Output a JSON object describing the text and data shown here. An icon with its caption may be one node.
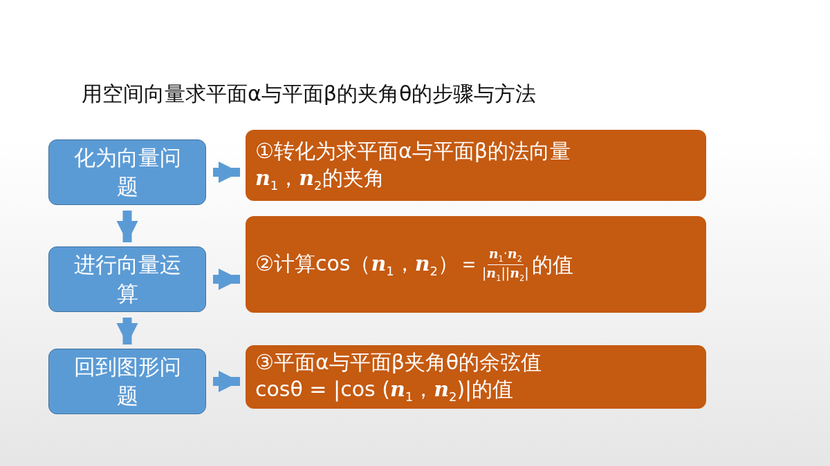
{
  "diagram": {
    "title": "用空间向量求平面α与平面β的夹角θ的步骤与方法",
    "nodes": [
      {
        "text": [
          "化为向量问题"
        ]
      },
      {
        "text": [
          "①转化为求平面α与平面β的法向量",
          "**n**$_{1}$，**n**$_{2}$的夹角"
        ]
      },
      {
        "text": [
          "进行向量运算"
        ]
      },
      {
        "text": [
          "②计算cos（**n**$_{1}$，**n**$_{2}$）＝",
          "**n**$_{1}$·**n**$_{2}$",
          "|**n**$_{1}$||**n**$_{2}$|",
          "的值"
        ]
      },
      {
        "text": [
          "回到图形问题"
        ]
      },
      {
        "text": [
          "③平面α与平面β夹角θ的余弦值",
          "cosθ = |cos (**n**$_{1}$，**n**$_{2}$)|的值"
        ]
      }
    ],
    "edges": [
      {
        "from": 0,
        "to": 1,
        "arrow": "to"
      },
      {
        "from": 0,
        "to": 2,
        "arrow": "to"
      },
      {
        "from": 2,
        "to": 3,
        "arrow": "to"
      },
      {
        "from": 2,
        "to": 4,
        "arrow": "to"
      },
      {
        "from": 4,
        "to": 5,
        "arrow": "to"
      }
    ]
  }
}
